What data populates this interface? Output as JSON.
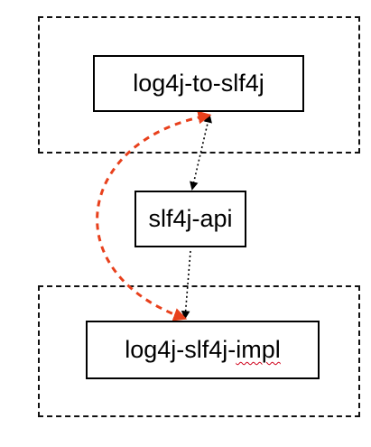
{
  "diagram": {
    "nodes": {
      "log4j_to_slf4j": {
        "label": "log4j-to-slf4j"
      },
      "slf4j_api": {
        "label": "slf4j-api"
      },
      "log4j_slf4j_impl": {
        "label_main": "log4j-slf4j-",
        "label_suffix": "impl"
      }
    },
    "edges": [
      {
        "from": "log4j-to-slf4j",
        "to": "slf4j-api",
        "style": "dotted",
        "color": "#000000"
      },
      {
        "from": "slf4j-api",
        "to": "log4j-slf4j-impl",
        "style": "dotted",
        "color": "#000000"
      },
      {
        "from": "log4j-slf4j-impl",
        "to": "log4j-to-slf4j",
        "style": "dashed",
        "color": "#e8401c",
        "bidirectional": true
      }
    ]
  }
}
